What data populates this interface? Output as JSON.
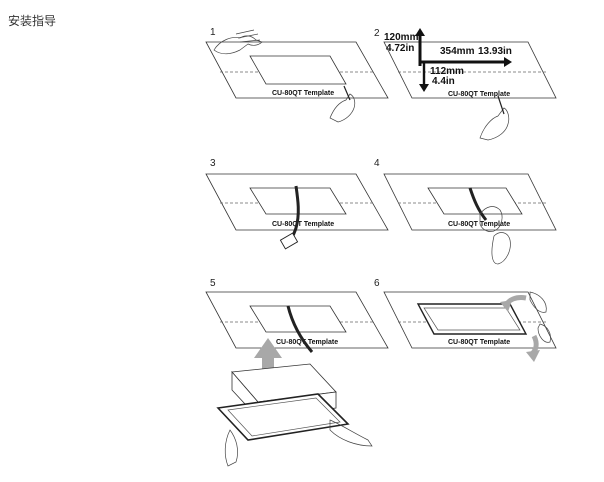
{
  "page": {
    "title": "安装指导"
  },
  "steps": [
    {
      "number": "1",
      "template_label": "CU-80QT Template"
    },
    {
      "number": "2",
      "template_label": "CU-80QT Template",
      "height_mm": "120mm",
      "height_in": "4.72in",
      "width_mm": "354mm",
      "width_in": "13.93in",
      "depth_mm": "112mm",
      "depth_in": "4.4in"
    },
    {
      "number": "3",
      "template_label": "CU-80QT Template"
    },
    {
      "number": "4",
      "template_label": "CU-80QT Template"
    },
    {
      "number": "5",
      "template_label": "CU-80QT Template"
    },
    {
      "number": "6",
      "template_label": "CU-80QT Template"
    }
  ],
  "colors": {
    "arrow_gray": "#a8a8a8",
    "line": "#333333"
  }
}
